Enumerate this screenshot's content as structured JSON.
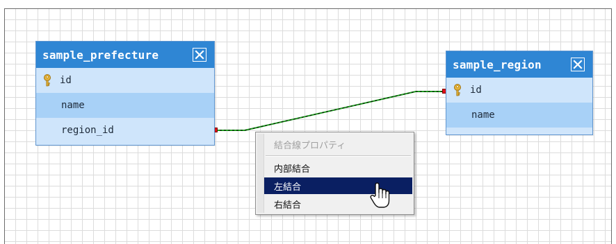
{
  "tables": [
    {
      "name": "sample_prefecture",
      "columns": [
        {
          "label": "id",
          "primary_key": true
        },
        {
          "label": "name",
          "primary_key": false
        },
        {
          "label": "region_id",
          "primary_key": false
        }
      ]
    },
    {
      "name": "sample_region",
      "columns": [
        {
          "label": "id",
          "primary_key": true
        },
        {
          "label": "name",
          "primary_key": false
        }
      ]
    }
  ],
  "context_menu": {
    "header": "結合線プロパティ",
    "items": [
      {
        "label": "内部結合",
        "state": "normal"
      },
      {
        "label": "左結合",
        "state": "selected"
      },
      {
        "label": "右結合",
        "state": "normal"
      }
    ]
  },
  "colors": {
    "header": "#2f86d4",
    "row_light": "#cfe5fb",
    "row_dark": "#a8d1f7",
    "join_line": "#1e9e1e",
    "anchor": "#e0101a",
    "menu_selected": "#0a1f62"
  },
  "icons": [
    "key-icon",
    "close-icon",
    "hand-pointer-icon"
  ]
}
